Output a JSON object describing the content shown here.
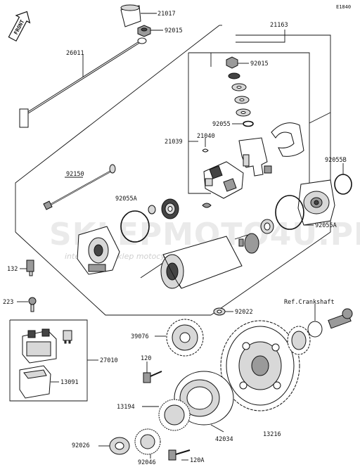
{
  "diagram_code": "E1840",
  "front_label": "FRONT",
  "watermark": {
    "site": "SKLEPMOTO4U.PL",
    "tagline": "internetowy sklep motocyklowy"
  },
  "ref_label": "Ref.Crankshaft",
  "part_labels": [
    {
      "id": "21017",
      "text": "21017"
    },
    {
      "id": "92015a",
      "text": "92015"
    },
    {
      "id": "21163",
      "text": "21163"
    },
    {
      "id": "26011",
      "text": "26011"
    },
    {
      "id": "92015b",
      "text": "92015"
    },
    {
      "id": "92055",
      "text": "92055"
    },
    {
      "id": "21040",
      "text": "21040"
    },
    {
      "id": "21039",
      "text": "21039"
    },
    {
      "id": "92055B",
      "text": "92055B"
    },
    {
      "id": "92150",
      "text": "92150"
    },
    {
      "id": "92055A-left",
      "text": "92055A"
    },
    {
      "id": "92055A-right",
      "text": "92055A"
    },
    {
      "id": "132",
      "text": "132"
    },
    {
      "id": "223",
      "text": "223"
    },
    {
      "id": "92022",
      "text": "92022"
    },
    {
      "id": "39076",
      "text": "39076"
    },
    {
      "id": "27010",
      "text": "27010"
    },
    {
      "id": "120",
      "text": "120"
    },
    {
      "id": "13091",
      "text": "13091"
    },
    {
      "id": "13194",
      "text": "13194"
    },
    {
      "id": "42034",
      "text": "42034"
    },
    {
      "id": "13216",
      "text": "13216"
    },
    {
      "id": "92026",
      "text": "92026"
    },
    {
      "id": "92046",
      "text": "92046"
    },
    {
      "id": "120A",
      "text": "120A"
    }
  ]
}
